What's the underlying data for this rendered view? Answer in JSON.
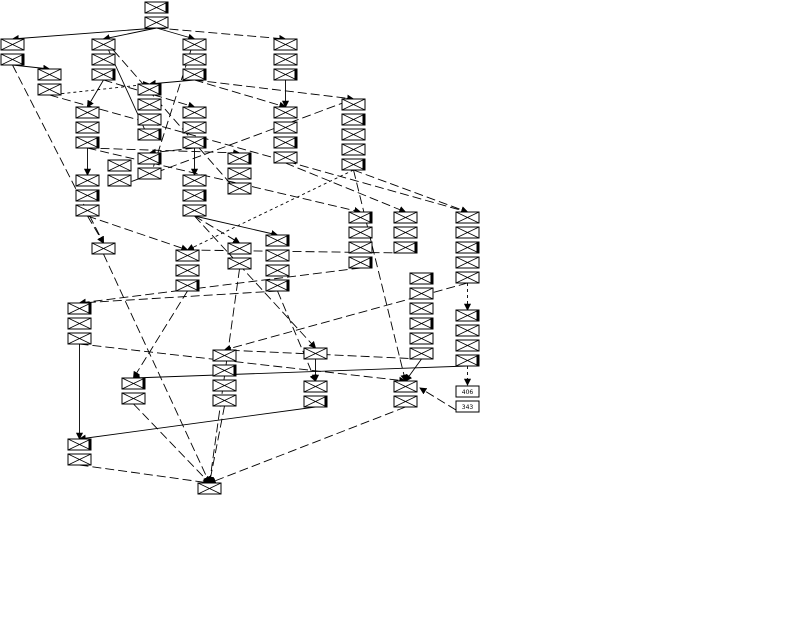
{
  "diagram": {
    "nodes": [
      {
        "id": "n406",
        "label": "406"
      },
      {
        "id": "n343",
        "label": "343"
      }
    ]
  }
}
